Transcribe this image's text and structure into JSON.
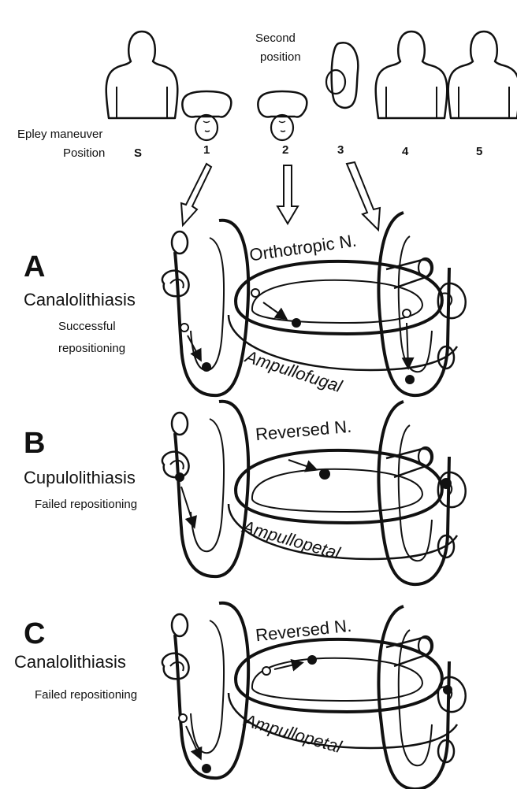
{
  "header": {
    "maneuver_label": "Epley maneuver",
    "position_label": "Position",
    "second_position": [
      "Second",
      "position"
    ],
    "positions": [
      "S",
      "1",
      "2",
      "3",
      "4",
      "5"
    ]
  },
  "rows": [
    {
      "letter": "A",
      "diagnosis": "Canalolithiasis",
      "outcome": [
        "Successful",
        "repositioning"
      ],
      "nystagmus": "Orthotropic N.",
      "flow": "Ampullofugal"
    },
    {
      "letter": "B",
      "diagnosis": "Cupulolithiasis",
      "outcome": [
        "Failed repositioning"
      ],
      "nystagmus": "Reversed N.",
      "flow": "Ampullopetal"
    },
    {
      "letter": "C",
      "diagnosis": "Canalolithiasis",
      "outcome": [
        "Failed repositioning"
      ],
      "nystagmus": "Reversed N.",
      "flow": "Ampullopetal"
    }
  ]
}
